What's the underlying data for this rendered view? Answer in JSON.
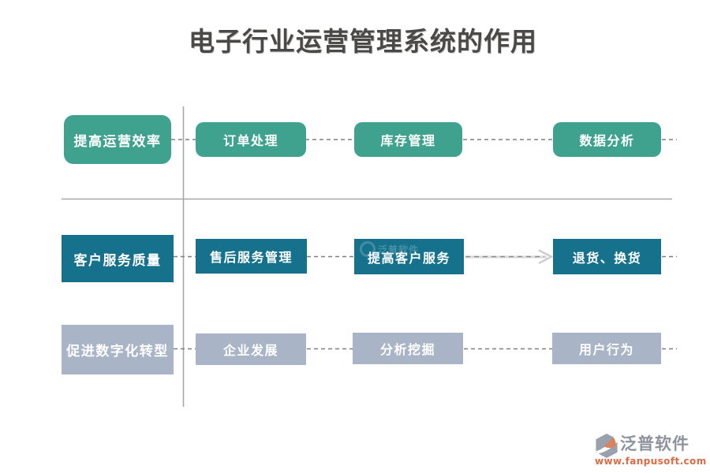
{
  "title": "电子行业运营管理系统的作用",
  "rows": [
    {
      "header": "提高运营效率",
      "items": [
        "订单处理",
        "库存管理",
        "数据分析"
      ]
    },
    {
      "header": "客户服务质量",
      "items": [
        "售后服务管理",
        "提高客户服务",
        "退货、换货"
      ]
    },
    {
      "header": "促进数字化转型",
      "items": [
        "企业发展",
        "分析挖掘",
        "用户行为"
      ]
    }
  ],
  "colors": {
    "row1_box": "#3fa28f",
    "row2_box": "#15718c",
    "row3_box": "#a9b4c6",
    "box_text": "#ffffff",
    "title_text": "#4b4947",
    "solid_line": "#a8a8a8",
    "dashed_line": "#7f7f7f",
    "arrow": "#c9c9c9",
    "logo_text": "#8d929d",
    "logo_url": "#dd6b45"
  },
  "watermark": {
    "text": "泛普软件"
  },
  "footer_logo": {
    "name": "泛普软件",
    "url": "www.fanpusoft.com"
  }
}
